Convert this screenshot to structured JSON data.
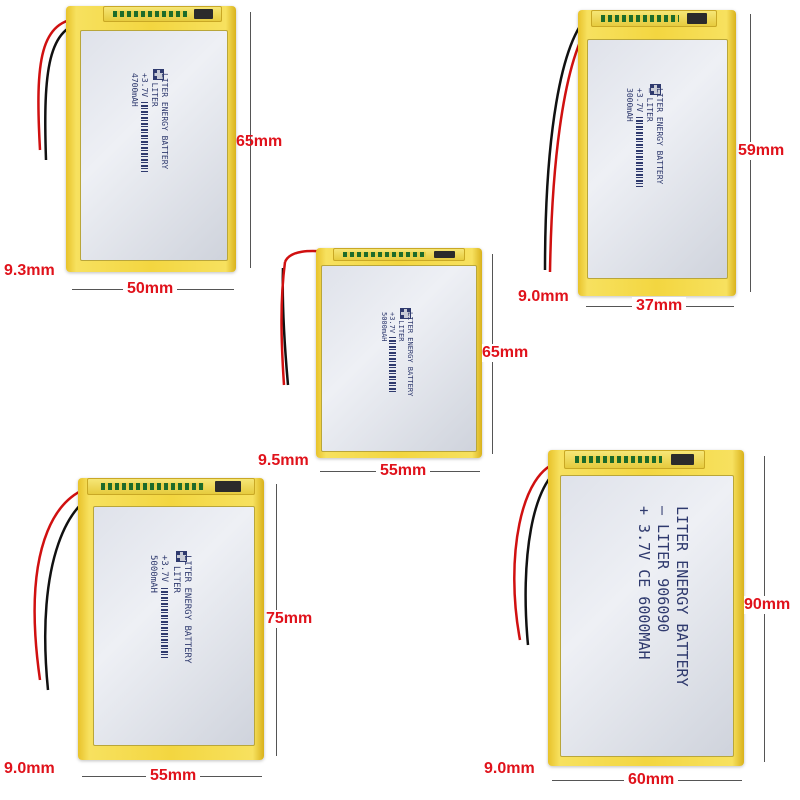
{
  "batteries": [
    {
      "id": "b1",
      "label_lines": [
        "LITER ENERGY BATTERY",
        "— LITER",
        "+3.7V",
        "4700mAH"
      ],
      "height_label": "65mm",
      "width_label": "50mm",
      "thickness_label": "9.3mm"
    },
    {
      "id": "b2",
      "label_lines": [
        "LITER ENERGY BATTERY",
        "— LITER",
        "+3.7V",
        "5000mAH"
      ],
      "height_label": "65mm",
      "width_label": "55mm",
      "thickness_label": "9.5mm"
    },
    {
      "id": "b3",
      "label_lines": [
        "LITER ENERGY BATTERY",
        "— LITER",
        "+3.7V",
        "3000mAH"
      ],
      "height_label": "59mm",
      "width_label": "37mm",
      "thickness_label": "9.0mm"
    },
    {
      "id": "b4",
      "label_lines": [
        "LITER ENERGY BATTERY",
        "— LITER",
        "+3.7V",
        "5000mAH"
      ],
      "height_label": "75mm",
      "width_label": "55mm",
      "thickness_label": "9.0mm"
    },
    {
      "id": "b5",
      "label_lines": [
        "LITER ENERGY BATTERY",
        "— LITER 906090",
        "+ 3.7V CE 6000MAH"
      ],
      "height_label": "90mm",
      "width_label": "60mm",
      "thickness_label": "9.0mm"
    }
  ],
  "colors": {
    "dimension_text": "#e0121b",
    "cell_yellow": "#f3d640",
    "face_silver": "#e3e6ee",
    "wire_red": "#d01010",
    "wire_black": "#111111"
  }
}
